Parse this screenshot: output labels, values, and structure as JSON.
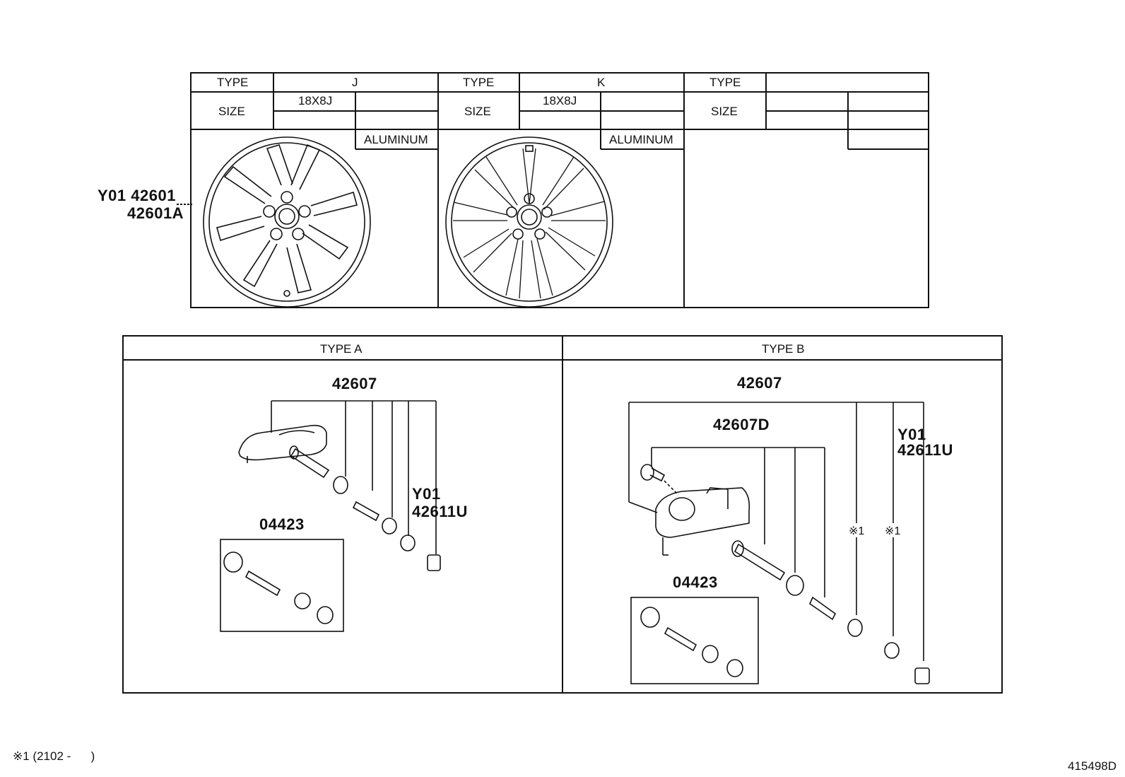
{
  "wheel_table": {
    "columns": [
      {
        "type_label": "TYPE",
        "type_value": "J",
        "size_label": "SIZE",
        "size_value": "18X8J",
        "material": "ALUMINUM"
      },
      {
        "type_label": "TYPE",
        "type_value": "K",
        "size_label": "SIZE",
        "size_value": "18X8J",
        "material": "ALUMINUM"
      },
      {
        "type_label": "TYPE",
        "type_value": "",
        "size_label": "SIZE",
        "size_value": "",
        "material": ""
      }
    ],
    "part_line1": "Y01 42601",
    "part_line2": "42601A"
  },
  "sensor_section": {
    "type_a": {
      "header": "TYPE A",
      "part_main": "42607",
      "part_cap_line1": "Y01",
      "part_cap_line2": "42611U",
      "kit": "04423"
    },
    "type_b": {
      "header": "TYPE B",
      "part_main": "42607",
      "part_sub": "42607D",
      "part_cap_line1": "Y01",
      "part_cap_line2": "42611U",
      "note_mark_1": "※1",
      "note_mark_2": "※1",
      "kit": "04423"
    }
  },
  "footnote": "※1 (2102 -      )",
  "diagram_id": "415498D"
}
